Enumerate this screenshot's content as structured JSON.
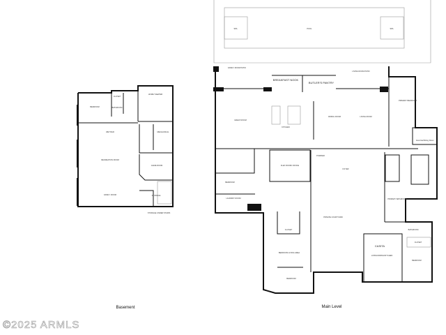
{
  "basement": {
    "caption": "Basement",
    "rooms": [
      "BEDROOM",
      "CLOSET",
      "BATHROOM",
      "HOME THEATER",
      "WET BAR",
      "MECHANICAL",
      "RECREATION ROOM",
      "GAME ROOM",
      "FAMILY ROOM",
      "STORAGE",
      "STORAGE UNDER STAIRS"
    ]
  },
  "main_level": {
    "caption": "Main Level",
    "rooms": [
      "SPA",
      "POOL",
      "SPA",
      "FAMILY ROOM PATIO",
      "BREAKFAST NOOK",
      "BUTLER'S PANTRY",
      "LIVING ROOM PATIO",
      "PRIMARY BEDROOM",
      "GREAT ROOM",
      "KITCHEN",
      "DINING ROOM",
      "LIVING ROOM",
      "Exercise/Sitting Room",
      "BEDROOM",
      "LAUNDRY ROOM",
      "FLEX ROOM/ OFFICE",
      "FOYER",
      "POWDER",
      "PRIVATE COURTYARD",
      "PRIMARY BATHROOM",
      "CLOSET",
      "BEDROOM LIVING AREA",
      "BEDROOM",
      "CASITA",
      "LIVING/DINING/KITCHEN",
      "BATHROOM",
      "CLOSET",
      "BEDROOM"
    ]
  },
  "watermark": "©2025 ARMLS"
}
